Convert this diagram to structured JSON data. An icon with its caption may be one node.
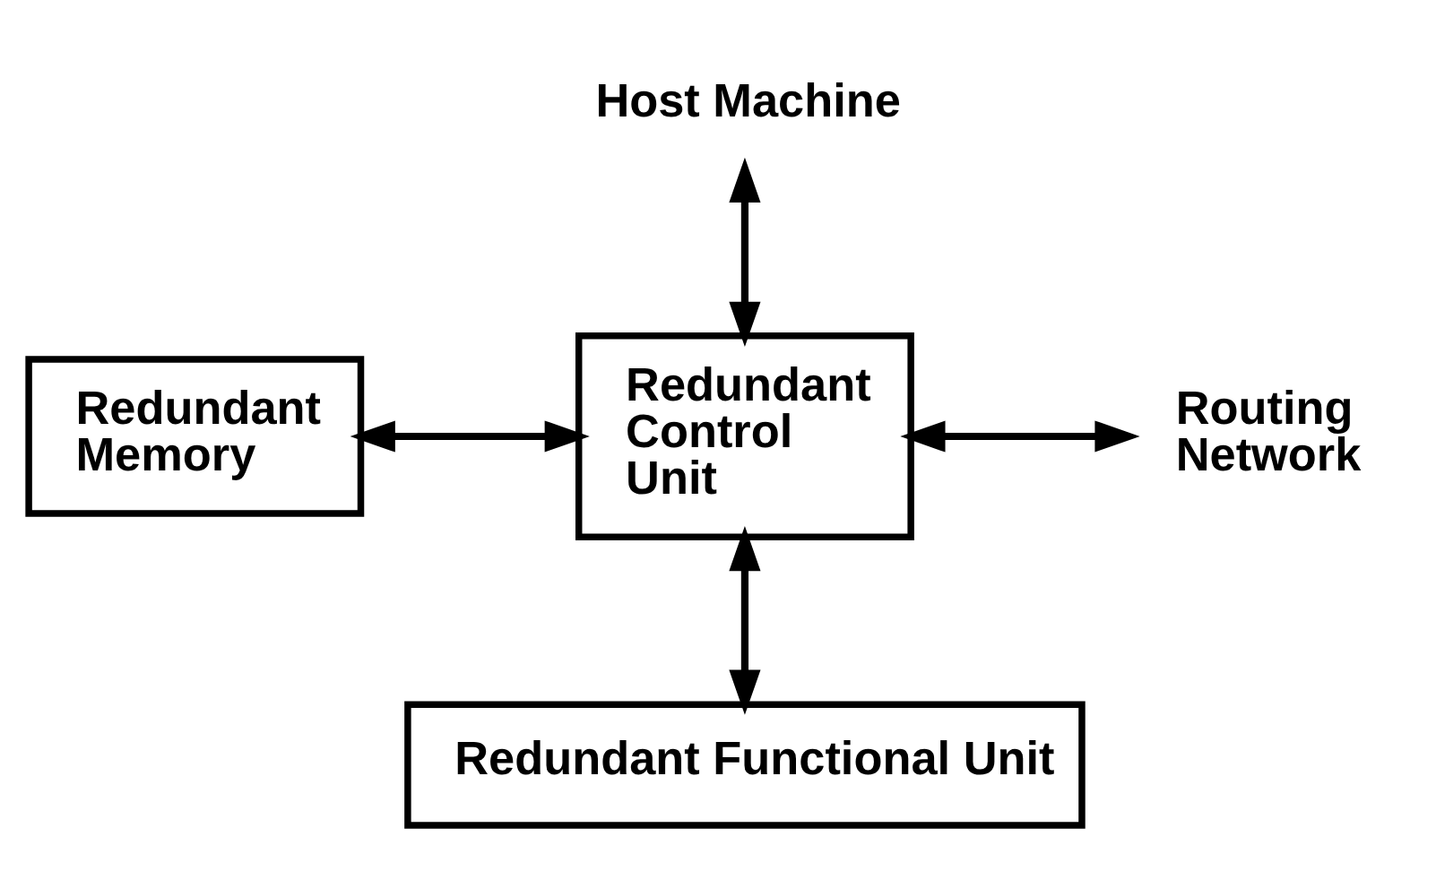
{
  "diagram": {
    "nodes": [
      {
        "text": [
          "Host Machine"
        ]
      },
      {
        "text": [
          "Redundant Memory"
        ]
      },
      {
        "text": [
          "Redundant Control Unit"
        ]
      },
      {
        "text": [
          "Routing Network"
        ]
      },
      {
        "text": [
          "Redundant Functional Unit"
        ]
      }
    ],
    "edges": [
      {
        "from": 2,
        "to": 0,
        "arrow": "both"
      },
      {
        "from": 1,
        "to": 2,
        "arrow": "both"
      },
      {
        "from": 2,
        "to": 3,
        "arrow": "both"
      },
      {
        "from": 2,
        "to": 4,
        "arrow": "both"
      }
    ]
  }
}
